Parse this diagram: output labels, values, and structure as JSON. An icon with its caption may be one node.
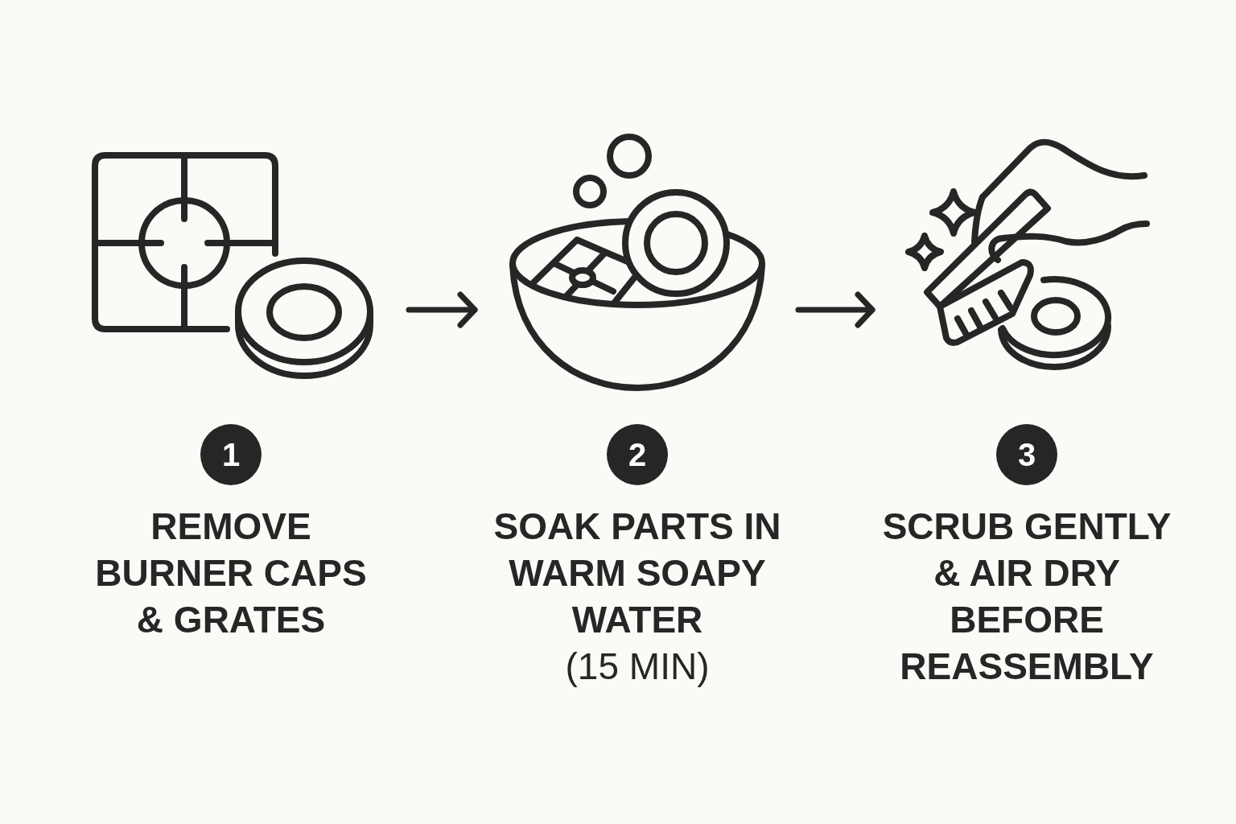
{
  "diagram": {
    "nodes": [
      {
        "text": [],
        "shape": "picture"
      },
      {
        "text": [],
        "shape": "picture"
      },
      {
        "text": [],
        "shape": "picture"
      },
      {
        "text": [
          "1"
        ],
        "beside": [
          "REMOVE BURNER CAPS & GRATES"
        ]
      },
      {
        "text": [
          "2"
        ],
        "beside": [
          "SOAK PARTS IN WARM SOAPY WATER",
          "(15 MIN)"
        ]
      },
      {
        "text": [
          "3"
        ],
        "beside": [
          "SCRUB GENTLY & AIR DRY BEFORE REASSEMBLY"
        ]
      }
    ],
    "edges": [
      {
        "from": 0,
        "to": 1,
        "arrow": "to"
      },
      {
        "from": 1,
        "to": 2,
        "arrow": "to"
      }
    ]
  }
}
